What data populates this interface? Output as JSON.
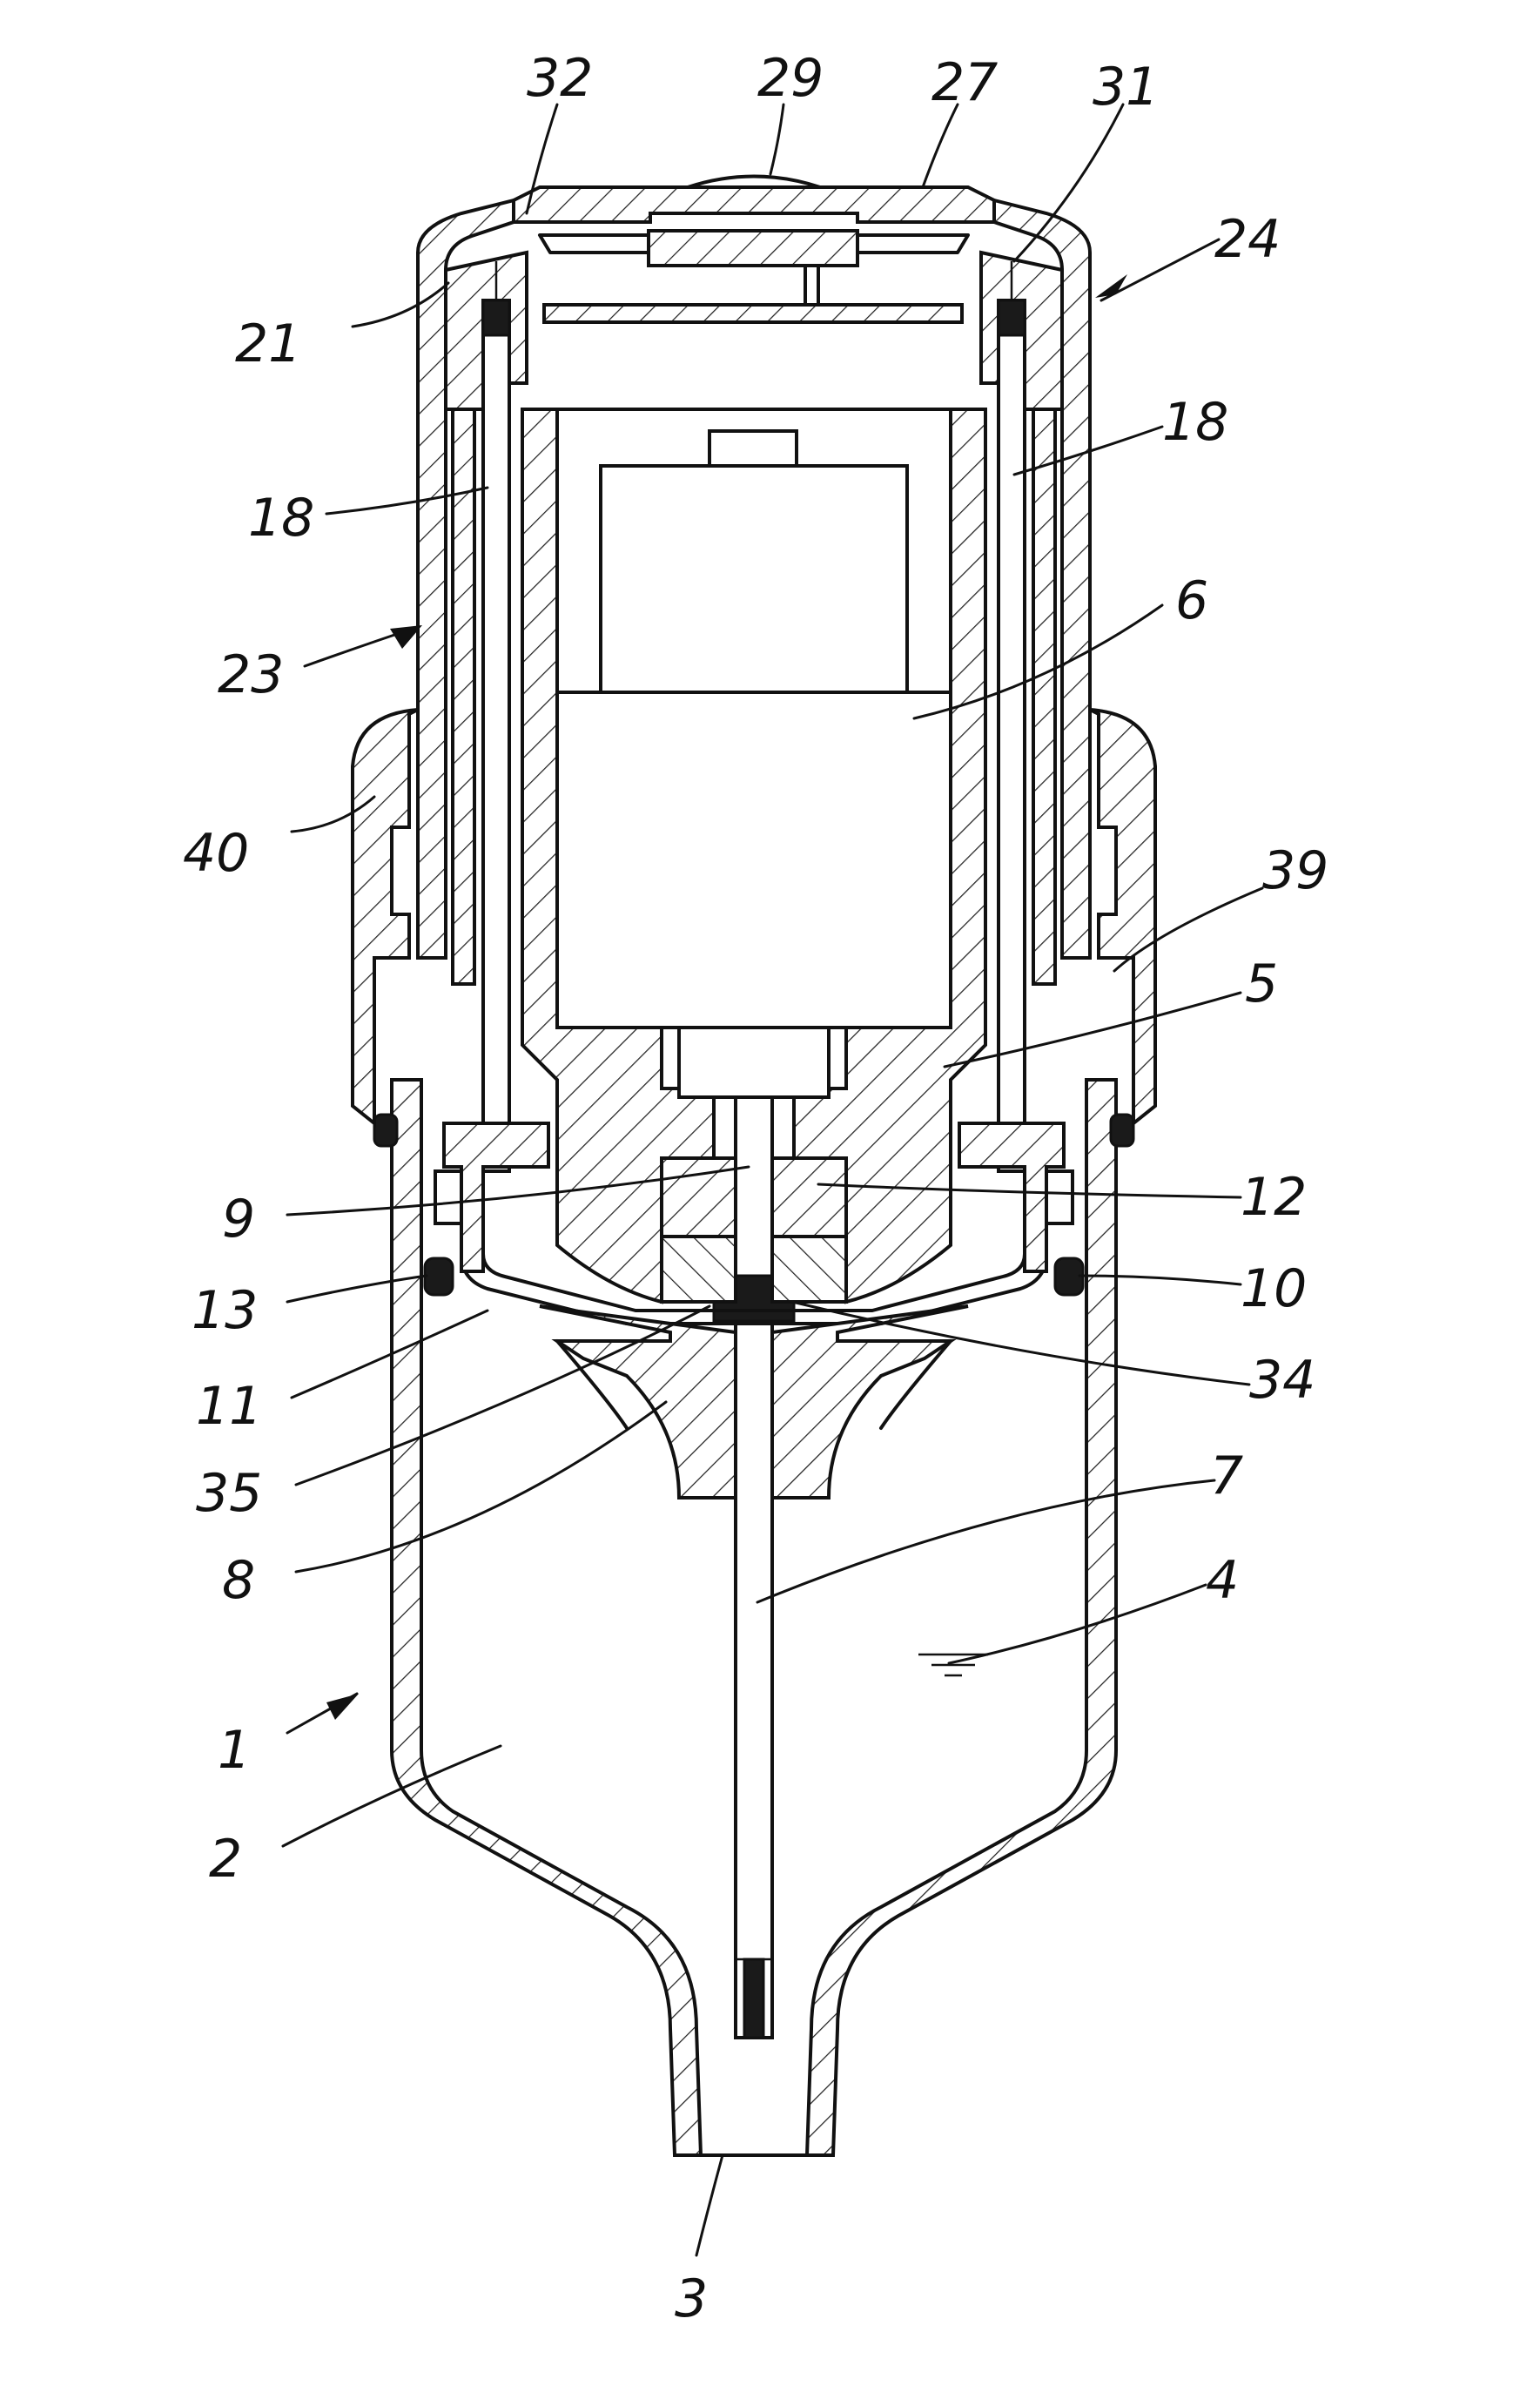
{
  "labels": [
    {
      "id": "label-32",
      "text": "32"
    },
    {
      "id": "label-29",
      "text": "29"
    },
    {
      "id": "label-27",
      "text": "27"
    },
    {
      "id": "label-31",
      "text": "31"
    },
    {
      "id": "label-24",
      "text": "24"
    },
    {
      "id": "label-21",
      "text": "21"
    },
    {
      "id": "label-18-left",
      "text": "18"
    },
    {
      "id": "label-18-right",
      "text": "18"
    },
    {
      "id": "label-6",
      "text": "6"
    },
    {
      "id": "label-23",
      "text": "23"
    },
    {
      "id": "label-40",
      "text": "40"
    },
    {
      "id": "label-39",
      "text": "39"
    },
    {
      "id": "label-5",
      "text": "5"
    },
    {
      "id": "label-9",
      "text": "9"
    },
    {
      "id": "label-12",
      "text": "12"
    },
    {
      "id": "label-13",
      "text": "13"
    },
    {
      "id": "label-10",
      "text": "10"
    },
    {
      "id": "label-11",
      "text": "11"
    },
    {
      "id": "label-34",
      "text": "34"
    },
    {
      "id": "label-35",
      "text": "35"
    },
    {
      "id": "label-7",
      "text": "7"
    },
    {
      "id": "label-8",
      "text": "8"
    },
    {
      "id": "label-4",
      "text": "4"
    },
    {
      "id": "label-1",
      "text": "1"
    },
    {
      "id": "label-2",
      "text": "2"
    },
    {
      "id": "label-3",
      "text": "3"
    }
  ]
}
